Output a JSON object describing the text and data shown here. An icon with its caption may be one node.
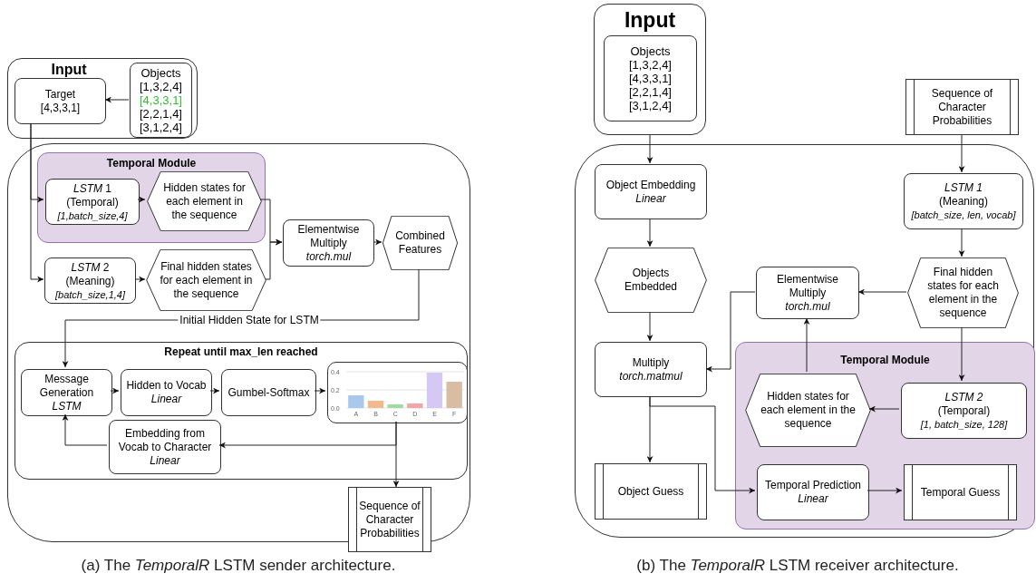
{
  "diagram": {
    "nodes": [
      {
        "text": [
          "Input"
        ]
      },
      {
        "text": [
          "Target",
          "[4,3,3,1]"
        ],
        "in": 0
      },
      {
        "text": [
          "Objects",
          "[1,3,2,4]",
          "[4,3,3,1]",
          "[2,2,1,4]",
          "[3,1,2,4]"
        ],
        "in": 0
      },
      {
        "text": [],
        "shape": "box"
      },
      {
        "text": [
          "Temporal Module"
        ],
        "in": 3
      },
      {
        "text": [
          "*LSTM* 1",
          "(Temporal)",
          "[1,batch_size,4]"
        ],
        "in": 4
      },
      {
        "text": [
          "Hidden states for each element in the sequence"
        ],
        "in": 4
      },
      {
        "text": [
          "*LSTM* 2",
          "(Meaning)",
          "[batch_size,1,4]"
        ],
        "in": 3
      },
      {
        "text": [
          "Final hidden states for each element in the sequence"
        ],
        "in": 3
      },
      {
        "text": [
          "Elementwise Multiply",
          "torch.mul"
        ],
        "in": 3
      },
      {
        "text": [
          "Combined Features"
        ],
        "in": 3
      },
      {
        "text": [
          "Repeat until max_len reached"
        ],
        "in": 3
      },
      {
        "text": [
          "Message Generation",
          "LSTM"
        ],
        "in": 11
      },
      {
        "text": [
          "Hidden to Vocab",
          "Linear"
        ],
        "in": 11
      },
      {
        "text": [
          "Gumbel-Softmax"
        ],
        "in": 11
      },
      {
        "text": [],
        "shape": "box",
        "in": 11
      },
      {
        "text": [
          "Embedding from Vocab to Character",
          "Linear"
        ],
        "in": 11
      },
      {
        "text": [
          "Sequence of Character Probabilities"
        ]
      },
      {
        "text": [
          "Input"
        ]
      },
      {
        "text": [
          "Objects",
          "[1,3,2,4]",
          "[4,3,3,1]",
          "[2,2,1,4]",
          "[3,1,2,4]"
        ],
        "in": 18
      },
      {
        "text": [],
        "shape": "box"
      },
      {
        "text": [
          "Sequence of Character Probabilities"
        ]
      },
      {
        "text": [
          "Object Embedding",
          "Linear"
        ],
        "in": 20
      },
      {
        "text": [
          "LSTM 1",
          "(Meaning)",
          "[batch_size, len, vocab]"
        ],
        "in": 20
      },
      {
        "text": [
          "Objects Embedded"
        ],
        "in": 20
      },
      {
        "text": [
          "Elementwise Multiply",
          "torch.mul"
        ],
        "in": 20
      },
      {
        "text": [
          "Final hidden states for each element in the sequence"
        ],
        "in": 20
      },
      {
        "text": [
          "Temporal Module"
        ],
        "in": 20
      },
      {
        "text": [
          "Multiply",
          "torch.matmul"
        ],
        "in": 20
      },
      {
        "text": [
          "Hidden states for each element in the sequence"
        ],
        "in": 27
      },
      {
        "text": [
          "LSTM 2",
          "(Temporal)",
          "[1, batch_size, 128]"
        ],
        "in": 27
      },
      {
        "text": [
          "Object Guess"
        ],
        "in": 20
      },
      {
        "text": [
          "Temporal Prediction",
          "Linear"
        ],
        "in": 27
      },
      {
        "text": [
          "Temporal Guess"
        ],
        "in": 27
      }
    ],
    "edges": [
      {
        "from": 2,
        "to": 1,
        "arrow": "to"
      },
      {
        "from": 1,
        "to": 5,
        "arrow": "to"
      },
      {
        "from": 1,
        "to": 7,
        "arrow": "to"
      },
      {
        "from": 5,
        "to": 6,
        "arrow": "to"
      },
      {
        "from": 7,
        "to": 8,
        "arrow": "to"
      },
      {
        "from": 6,
        "to": 9,
        "arrow": "to"
      },
      {
        "from": 8,
        "to": 9,
        "arrow": "to"
      },
      {
        "from": 9,
        "to": 10,
        "arrow": "to"
      },
      {
        "from": 10,
        "to": 12,
        "arrow": "to",
        "label": "Initial Hidden State for LSTM"
      },
      {
        "from": 12,
        "to": 13,
        "arrow": "to"
      },
      {
        "from": 13,
        "to": 14,
        "arrow": "to"
      },
      {
        "from": 14,
        "to": 15,
        "arrow": "to"
      },
      {
        "from": 15,
        "to": 16,
        "arrow": "to"
      },
      {
        "from": 16,
        "to": 12,
        "arrow": "to"
      },
      {
        "from": 15,
        "to": 17,
        "arrow": "to"
      },
      {
        "from": 18,
        "to": 22,
        "arrow": "to"
      },
      {
        "from": 21,
        "to": 23,
        "arrow": "to"
      },
      {
        "from": 22,
        "to": 24,
        "arrow": "to"
      },
      {
        "from": 23,
        "to": 26,
        "arrow": "to"
      },
      {
        "from": 24,
        "to": 28,
        "arrow": "to"
      },
      {
        "from": 26,
        "to": 25,
        "arrow": "to"
      },
      {
        "from": 26,
        "to": 30,
        "arrow": "to"
      },
      {
        "from": 25,
        "to": 28,
        "arrow": "to"
      },
      {
        "from": 29,
        "to": 25,
        "arrow": "to"
      },
      {
        "from": 30,
        "to": 29,
        "arrow": "to"
      },
      {
        "from": 28,
        "to": 31,
        "arrow": "to"
      },
      {
        "from": 28,
        "to": 32,
        "arrow": "to"
      },
      {
        "from": 32,
        "to": 33,
        "arrow": "to"
      }
    ],
    "labels": [
      "(a) The *TemporalR* LSTM sender architecture.",
      "(b) The *TemporalR* LSTM receiver architecture."
    ],
    "chart_data": {
      "type": "bar",
      "categories": [
        "A",
        "B",
        "C",
        "D",
        "E",
        "F"
      ],
      "stacked": true,
      "ylim": [
        0,
        0.42
      ],
      "yticks": [
        {
          "value": 0,
          "label": "0.0"
        },
        {
          "value": 0.2,
          "label": "0.2"
        },
        {
          "value": 0.4,
          "label": "0.4"
        }
      ],
      "series": [
        {
          "color": "#a9c8ec",
          "values": [
            0.14,
            null,
            null,
            null,
            null,
            null
          ]
        },
        {
          "color": "#f2b98f",
          "values": [
            null,
            0.08,
            null,
            null,
            null,
            null
          ]
        },
        {
          "color": "#9edca0",
          "values": [
            null,
            null,
            0.04,
            null,
            null,
            null
          ]
        },
        {
          "color": "#f2a5a5",
          "values": [
            null,
            null,
            null,
            0.05,
            null,
            null
          ]
        },
        {
          "color": "#d6c8f5",
          "values": [
            null,
            null,
            null,
            null,
            0.39,
            null
          ]
        },
        {
          "color": "#d8bda2",
          "values": [
            null,
            null,
            null,
            null,
            null,
            0.29
          ]
        }
      ]
    }
  }
}
